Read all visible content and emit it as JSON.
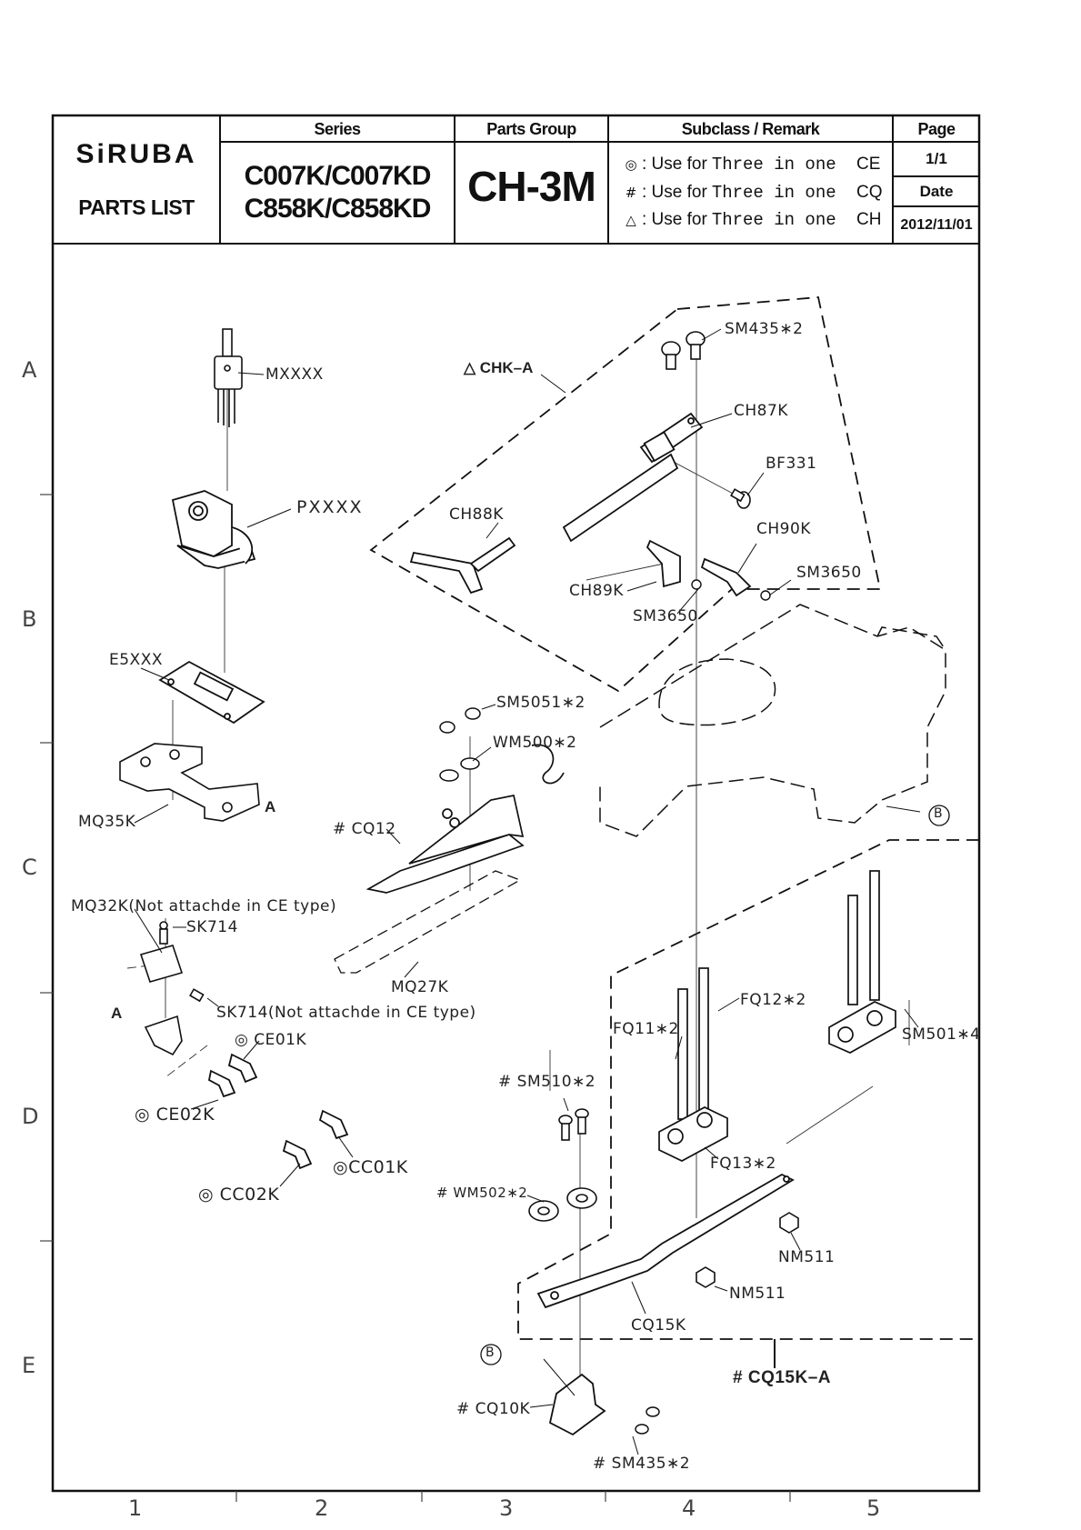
{
  "header": {
    "brand": "SiRUBA",
    "doc_type": "PARTS LIST",
    "series_label": "Series",
    "series_line1": "C007K/C007KD",
    "series_line2": "C858K/C858KD",
    "parts_group_label": "Parts Group",
    "parts_group": "CH-3M",
    "subclass_label": "Subclass / Remark",
    "page_label": "Page",
    "page": "1/1",
    "date_label": "Date",
    "date": "2012/11/01"
  },
  "remarks": [
    {
      "symbol": "◎",
      "prefix": ": Use for",
      "text": "Three in one",
      "code": "CE"
    },
    {
      "symbol": "#",
      "prefix": ": Use for",
      "text": "Three in one",
      "code": "CQ"
    },
    {
      "symbol": "△",
      "prefix": ": Use for",
      "text": "Three in one",
      "code": "CH"
    }
  ],
  "zones": {
    "rows": [
      "A",
      "B",
      "C",
      "D",
      "E"
    ],
    "cols": [
      "1",
      "2",
      "3",
      "4",
      "5"
    ]
  },
  "parts": {
    "mxxxx": "MXXXX",
    "pxxxx": "PXXXX",
    "e5xxx": "E5XXX",
    "mq35k": "MQ35K",
    "a_mark_1": "A",
    "chk_a": "△ CHK–A",
    "sm435_2": "SM435∗2",
    "ch87k": "CH87K",
    "bf331": "BF331",
    "ch88k": "CH88K",
    "ch90k": "CH90K",
    "sm3650_r": "SM3650",
    "ch89k": "CH89K",
    "sm3650_c": "SM3650",
    "sm5051_2": "SM5051∗2",
    "wm500_2": "WM500∗2",
    "cq12": "# CQ12",
    "b_mark_1": "B",
    "mq32k": "MQ32K(Not  attachde  in  CE  type)",
    "sk714": "SK714",
    "mq27k": "MQ27K",
    "sk714_note": "SK714(Not  attachde  in  CE  type)",
    "a_mark_2": "A",
    "ce01k": "◎ CE01K",
    "ce02k": "◎ CE02K",
    "cc01k": "◎CC01K",
    "cc02k": "◎ CC02K",
    "fq12_2": "FQ12∗2",
    "fq11_2": "FQ11∗2",
    "sm501_4": "SM501∗4",
    "sm510_2": "# SM510∗2",
    "fq13_2": "FQ13∗2",
    "wm502_2": "# WM502∗2",
    "nm511_a": "NM511",
    "nm511_b": "NM511",
    "cq15k": "CQ15K",
    "cq15k_a": "# CQ15K–A",
    "b_mark_2": "B",
    "cq10k": "# CQ10K",
    "sm435_2b": "# SM435∗2"
  }
}
